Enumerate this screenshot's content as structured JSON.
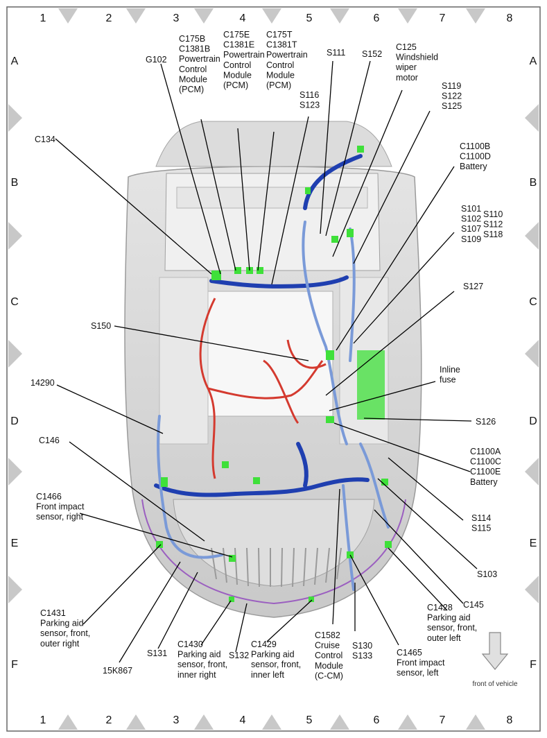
{
  "grid": {
    "columns": [
      "1",
      "2",
      "3",
      "4",
      "5",
      "6",
      "7",
      "8"
    ],
    "rows": [
      "A",
      "B",
      "C",
      "D",
      "E",
      "F"
    ]
  },
  "callouts": [
    {
      "id": "G102",
      "lines": [
        "G102"
      ]
    },
    {
      "id": "C175B",
      "lines": [
        "C175B",
        "C1381B",
        "Powertrain",
        "Control",
        "Module",
        "(PCM)"
      ]
    },
    {
      "id": "C175E",
      "lines": [
        "C175E",
        "C1381E",
        "Powertrain",
        "Control",
        "Module",
        "(PCM)"
      ]
    },
    {
      "id": "C175T",
      "lines": [
        "C175T",
        "C1381T",
        "Powertrain",
        "Control",
        "Module",
        "(PCM)"
      ]
    },
    {
      "id": "S116",
      "lines": [
        "S116",
        "S123"
      ]
    },
    {
      "id": "S111",
      "lines": [
        "S111"
      ]
    },
    {
      "id": "S152",
      "lines": [
        "S152"
      ]
    },
    {
      "id": "C125",
      "lines": [
        "C125",
        "Windshield",
        "wiper",
        "motor"
      ]
    },
    {
      "id": "S119",
      "lines": [
        "S119",
        "S122",
        "S125"
      ]
    },
    {
      "id": "C134",
      "lines": [
        "C134"
      ]
    },
    {
      "id": "C1100B",
      "lines": [
        "C1100B",
        "C1100D",
        "Battery"
      ]
    },
    {
      "id": "S101",
      "lines": [
        "S101",
        "S102",
        "S107",
        "S109"
      ]
    },
    {
      "id": "S110",
      "lines": [
        "S110",
        "S112",
        "S118"
      ]
    },
    {
      "id": "S127",
      "lines": [
        "S127"
      ]
    },
    {
      "id": "S150",
      "lines": [
        "S150"
      ]
    },
    {
      "id": "InlineFuse",
      "lines": [
        "Inline",
        "fuse"
      ]
    },
    {
      "id": "14290",
      "lines": [
        "14290"
      ]
    },
    {
      "id": "S126",
      "lines": [
        "S126"
      ]
    },
    {
      "id": "C146",
      "lines": [
        "C146"
      ]
    },
    {
      "id": "C1100A",
      "lines": [
        "C1100A",
        "C1100C",
        "C1100E",
        "Battery"
      ]
    },
    {
      "id": "C1466",
      "lines": [
        "C1466",
        "Front impact",
        "sensor, right"
      ]
    },
    {
      "id": "S114",
      "lines": [
        "S114",
        "S115"
      ]
    },
    {
      "id": "S103",
      "lines": [
        "S103"
      ]
    },
    {
      "id": "C145",
      "lines": [
        "C145"
      ]
    },
    {
      "id": "C1431",
      "lines": [
        "C1431",
        "Parking aid",
        "sensor, front,",
        "outer right"
      ]
    },
    {
      "id": "C1428",
      "lines": [
        "C1428",
        "Parking aid",
        "sensor, front,",
        "outer left"
      ]
    },
    {
      "id": "15K867",
      "lines": [
        "15K867"
      ]
    },
    {
      "id": "S131",
      "lines": [
        "S131"
      ]
    },
    {
      "id": "C1430",
      "lines": [
        "C1430",
        "Parking aid",
        "sensor, front,",
        "inner right"
      ]
    },
    {
      "id": "S132",
      "lines": [
        "S132"
      ]
    },
    {
      "id": "C1429",
      "lines": [
        "C1429",
        "Parking aid",
        "sensor, front,",
        "inner left"
      ]
    },
    {
      "id": "C1582",
      "lines": [
        "C1582",
        "Cruise",
        "Control",
        "Module",
        "(C-CM)"
      ]
    },
    {
      "id": "S130",
      "lines": [
        "S130",
        "S133"
      ]
    },
    {
      "id": "C1465",
      "lines": [
        "C1465",
        "Front impact",
        "sensor, left"
      ]
    }
  ],
  "front_label": "front of vehicle",
  "colors": {
    "harness_dark": "#1f3fb0",
    "harness_light": "#7a9ad8",
    "harness_red": "#d43a2f",
    "harness_purple": "#9b5fc0",
    "connector": "#3fe03a",
    "body": "#d8d8d8",
    "triangle": "#c8c8c8"
  }
}
